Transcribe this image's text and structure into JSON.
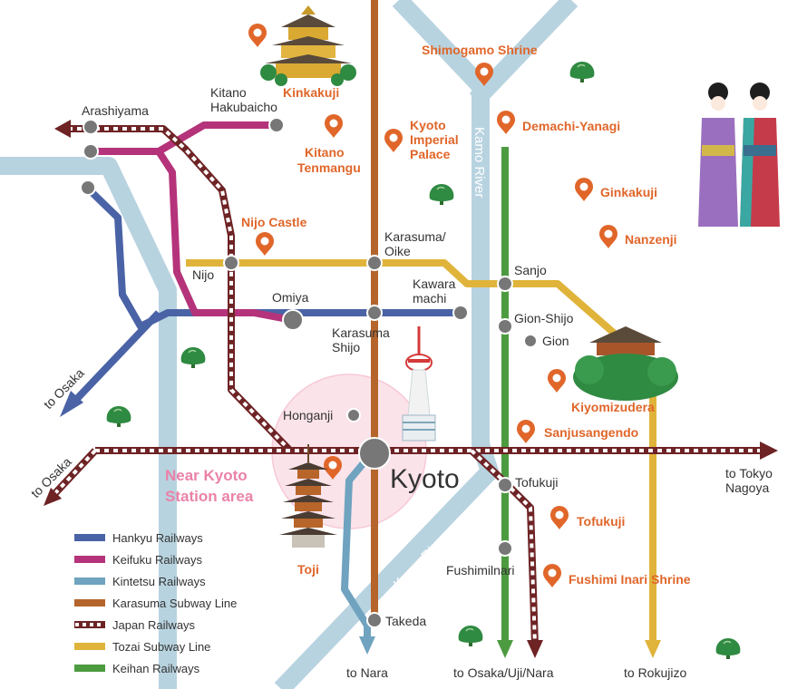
{
  "legend": [
    {
      "label": "Hankyu Railways",
      "color": "#4a63a6",
      "style": "solid"
    },
    {
      "label": "Keifuku Railways",
      "color": "#b5337a",
      "style": "solid"
    },
    {
      "label": "Kintetsu Railways",
      "color": "#6fa3bf",
      "style": "solid"
    },
    {
      "label": "Karasuma Subway Line",
      "color": "#b5652c",
      "style": "solid"
    },
    {
      "label": "Japan Railways",
      "color": "#6e2325",
      "style": "dashed"
    },
    {
      "label": "Tozai Subway Line",
      "color": "#e0b43a",
      "style": "solid"
    },
    {
      "label": "Keihan Railways",
      "color": "#4d9b40",
      "style": "solid"
    }
  ],
  "rivers": {
    "kamo_north": "Kamo River",
    "kamo_south": "Kamo River"
  },
  "stations": {
    "arashiyama": "Arashiyama",
    "kitano_1": "Kitano",
    "kitano_2": "Hakubaicho",
    "nijo": "Nijo",
    "karasuma_oike_1": "Karasuma/",
    "karasuma_oike_2": "Oike",
    "kawaramachi_1": "Kawara",
    "kawaramachi_2": "machi",
    "sanjo": "Sanjo",
    "omiya": "Omiya",
    "karasuma_shijo_1": "Karasuma",
    "karasuma_shijo_2": "Shijo",
    "gion_shijo": "Gion-Shijo",
    "gion": "Gion",
    "honganji": "Honganji",
    "kyoto": "Kyoto",
    "tofukuji": "Tofukuji",
    "fushimiinari": "Fushimilnari",
    "takeda": "Takeda"
  },
  "destinations": {
    "osaka_west": "to Osaka",
    "osaka_southwest": "to Osaka",
    "tokyo_1": "to Tokyo",
    "tokyo_2": "Nagoya",
    "nara": "to Nara",
    "osaka_uji_nara": "to Osaka/Uji/Nara",
    "rokujizo": "to Rokujizo"
  },
  "pois": {
    "kinkakuji": "Kinkakuji",
    "shimogamo": "Shimogamo Shrine",
    "kitano_tenmangu_1": "Kitano",
    "kitano_tenmangu_2": "Tenmangu",
    "imperial_1": "Kyoto",
    "imperial_2": "Imperial",
    "imperial_3": "Palace",
    "demachi": "Demachi-Yanagi",
    "ginkakuji": "Ginkakuji",
    "nanzenji": "Nanzenji",
    "nijo_castle": "Nijo Castle",
    "kiyomizudera": "Kiyomizudera",
    "sanjusangendo": "Sanjusangendo",
    "toji": "Toji",
    "tofukuji": "Tofukuji",
    "fushimi_inari": "Fushimi Inari Shrine"
  },
  "area": {
    "line1": "Near Kyoto",
    "line2": "Station area"
  },
  "colors": {
    "hankyu": "#4a63a6",
    "keifuku": "#b5337a",
    "kintetsu": "#6fa3bf",
    "karasuma": "#b5652c",
    "jr": "#6e2325",
    "tozai": "#e0b43a",
    "keihan": "#4d9b40",
    "river": "#b8d3e0",
    "poi": "#e0662a",
    "station": "#777777",
    "area": "#fbe3ea",
    "area_text": "#ea82a8"
  },
  "icons": [
    "map-pin-icon",
    "tree-icon",
    "temple-icon",
    "tower-icon",
    "pagoda-icon",
    "geisha-illustration"
  ]
}
